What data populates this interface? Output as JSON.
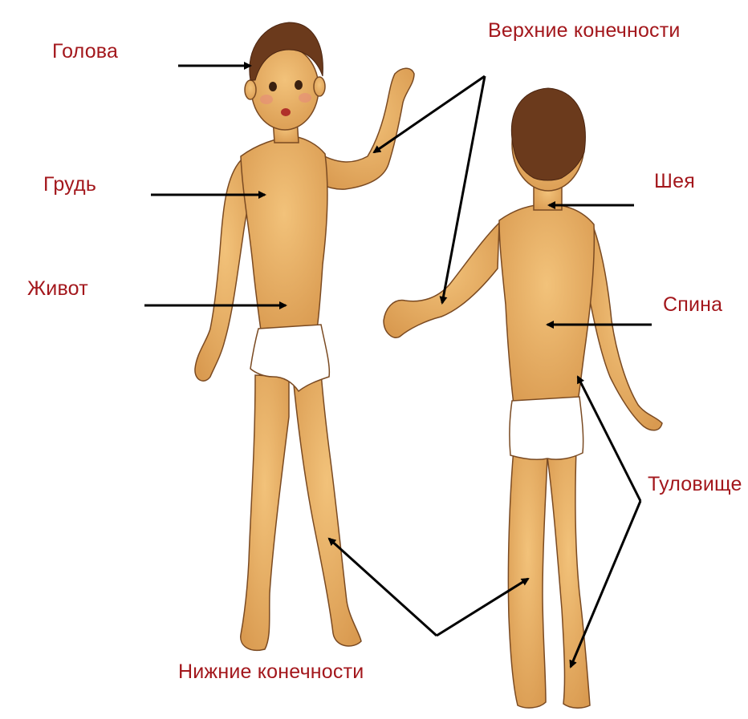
{
  "labels": {
    "head": "Голова",
    "upper_limbs": "Верхние конечности",
    "chest": "Грудь",
    "neck": "Шея",
    "belly": "Живот",
    "back": "Спина",
    "torso": "Туловище",
    "lower_limbs": "Нижние конечности"
  },
  "colors": {
    "label": "#a3171c",
    "skin": "#e8b268",
    "skin_shadow": "#c98a45",
    "outline": "#7a4a22",
    "hair": "#6b3a1c",
    "underwear": "#ffffff",
    "arrow": "#000000"
  }
}
